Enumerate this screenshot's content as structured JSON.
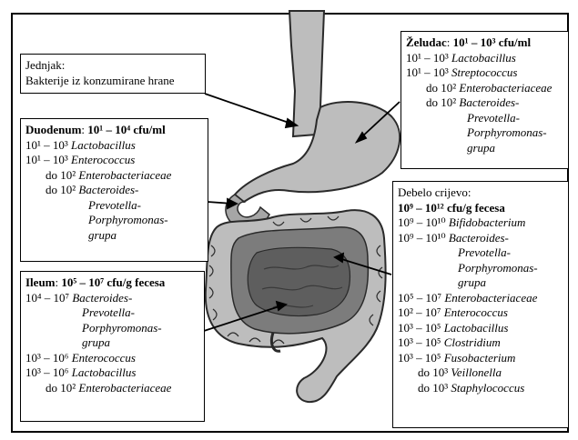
{
  "jednjak": {
    "title": "Jednjak",
    "text": "Bakterije iz konzumirane hrane"
  },
  "zeludac": {
    "title": "Želudac",
    "conc": "10¹ – 10³ cfu/ml",
    "rows": [
      {
        "range": "10¹ – 10³",
        "org": "Lactobacillus"
      },
      {
        "range": "10¹ – 10³",
        "org": "Streptococcus"
      },
      {
        "range": "do 10²",
        "org": "Enterobacteriaceae"
      },
      {
        "range": "do 10²",
        "org": "Bacteroides-"
      },
      {
        "cont": "Prevotella-"
      },
      {
        "cont": "Porphyromonas-"
      },
      {
        "cont": "grupa"
      }
    ]
  },
  "duodenum": {
    "title": "Duodenum",
    "conc": "10¹ – 10⁴ cfu/ml",
    "rows": [
      {
        "range": "10¹ – 10³",
        "org": "Lactobacillus"
      },
      {
        "range": "10¹ – 10³",
        "org": "Enterococcus"
      },
      {
        "range": "do 10²",
        "org": "Enterobacteriaceae"
      },
      {
        "range": "do 10²",
        "org": "Bacteroides-"
      },
      {
        "cont": "Prevotella-"
      },
      {
        "cont": "Porphyromonas-"
      },
      {
        "cont": "grupa"
      }
    ]
  },
  "debelo": {
    "title": "Debelo crijevo",
    "conc": "10⁹ – 10¹² cfu/g fecesa",
    "rows": [
      {
        "range": "10⁹ – 10¹⁰",
        "org": "Bifidobacterium"
      },
      {
        "range": "10⁹ – 10¹⁰",
        "org": "Bacteroides-"
      },
      {
        "cont": "Prevotella-"
      },
      {
        "cont": "Porphyromonas-"
      },
      {
        "cont": "grupa"
      },
      {
        "range": "10⁵ – 10⁷",
        "org": "Enterobacteriaceae"
      },
      {
        "range": "10² – 10⁷",
        "org": "Enterococcus"
      },
      {
        "range": "10³ – 10⁵",
        "org": "Lactobacillus"
      },
      {
        "range": "10³ – 10⁵",
        "org": "Clostridium"
      },
      {
        "range": "10³ – 10⁵",
        "org": "Fusobacterium"
      },
      {
        "range": "do 10³",
        "org": "Veillonella"
      },
      {
        "range": "do 10³",
        "org": "Staphylococcus"
      }
    ]
  },
  "ileum": {
    "title": "Ileum",
    "conc": "10⁵ – 10⁷ cfu/g fecesa",
    "rows": [
      {
        "range": "10⁴ – 10⁷",
        "org": "Bacteroides-"
      },
      {
        "cont": "Prevotella-"
      },
      {
        "cont": "Porphyromonas-"
      },
      {
        "cont": "grupa"
      },
      {
        "range": "10³ – 10⁶",
        "org": "Enterococcus"
      },
      {
        "range": "10³ – 10⁶",
        "org": "Lactobacillus"
      },
      {
        "range": "do 10²",
        "org": "Enterobacteriaceae"
      }
    ]
  },
  "colors": {
    "organ_light": "#bdbdbd",
    "organ_mid": "#8c8c8c",
    "organ_dark": "#5e5e5e",
    "outline": "#2a2a2a"
  }
}
